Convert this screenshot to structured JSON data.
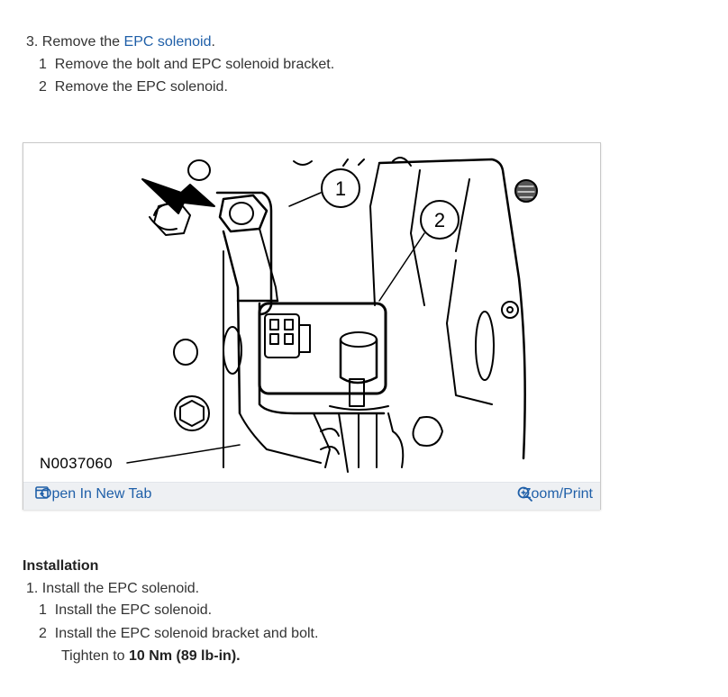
{
  "removal": {
    "step_number": "3.",
    "step_prefix": "Remove the",
    "step_link": "EPC solenoid",
    "step_suffix": ".",
    "substeps": [
      {
        "num": "1",
        "text": "Remove the bolt and EPC solenoid bracket."
      },
      {
        "num": "2",
        "text": "Remove the EPC solenoid."
      }
    ]
  },
  "figure": {
    "code": "N0037060",
    "callouts": [
      "1",
      "2"
    ],
    "open_tab_label": "Open In New Tab",
    "open_tab_icon": "open-new-tab-icon",
    "zoom_label": "Zoom/Print",
    "zoom_icon": "zoom-in-icon"
  },
  "installation": {
    "heading": "Installation",
    "step_number": "1.",
    "step_text": "Install the EPC solenoid.",
    "substeps": [
      {
        "num": "1",
        "text": "Install the EPC solenoid."
      },
      {
        "num": "2",
        "text": "Install the EPC solenoid bracket and bolt."
      }
    ],
    "tighten_prefix": "Tighten to",
    "torque": "10 Nm (89 lb-in)."
  },
  "colors": {
    "link": "#1f5fa8",
    "text": "#333333",
    "bar": "#eef0f3"
  }
}
